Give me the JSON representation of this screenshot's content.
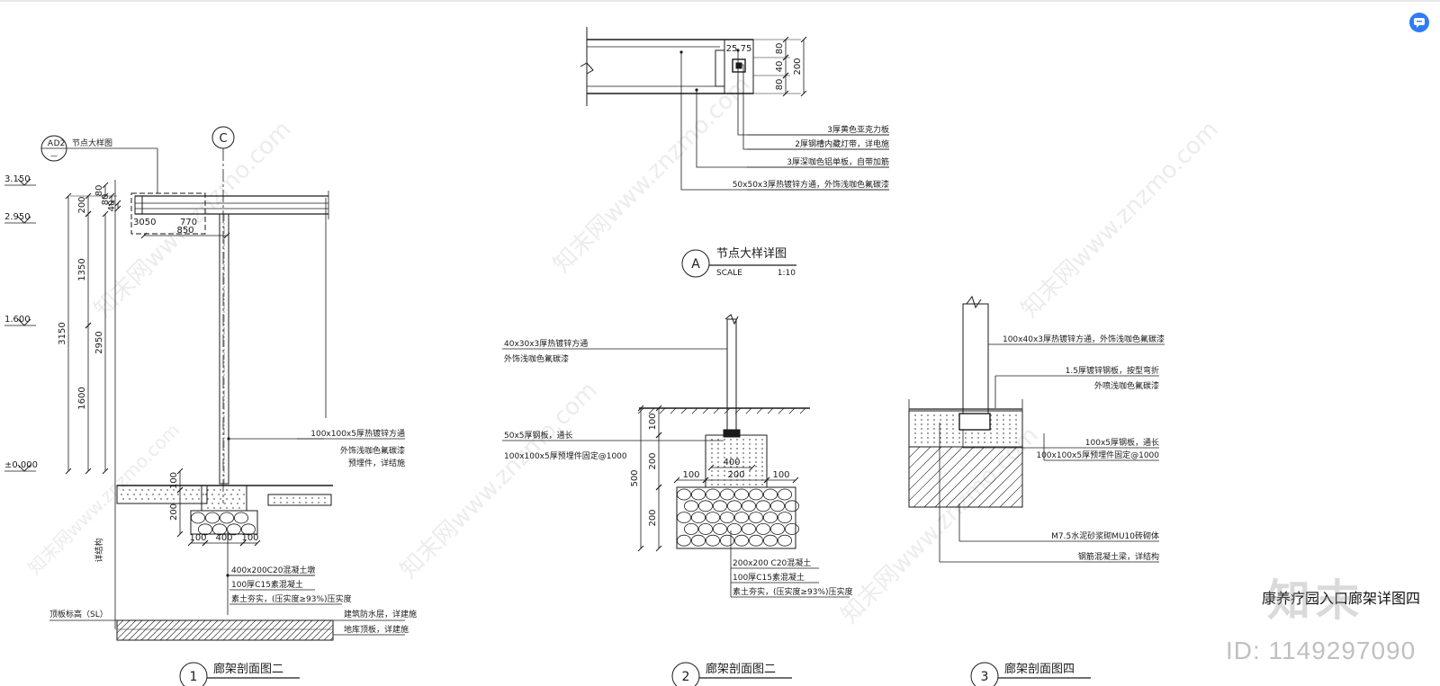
{
  "colors": {
    "line": "#1a1a1a",
    "watermark": "#c8c8c8",
    "accent": "#2f7cf6"
  },
  "watermarks": [
    "知末网www.znzmo.com"
  ],
  "brand": {
    "logo_text": "知末",
    "id_text": "ID: 1149297090"
  },
  "sheet_title": "康养疗园入口廊架详图四",
  "corner_icon": "chat-bubble-icon",
  "detail_a": {
    "title": "节点大样详图",
    "bubble": "A",
    "scale_label": "SCALE",
    "scale": "1:10",
    "dims_top": [
      "25",
      "75"
    ],
    "dims_right": [
      "80",
      "40",
      "80"
    ],
    "dim_total": "200",
    "notes": [
      "3厚黄色亚克力板",
      "2厚钢槽内藏灯带，详电施",
      "3厚深咖色铝单板，自带加筋",
      "50x50x3厚热镀锌方通，外饰浅咖色氟碳漆"
    ]
  },
  "section1": {
    "title": "廊架剖面图二",
    "bubble": "1",
    "callout_label": "节点大样图",
    "callout_top": "A",
    "callout_bottom": "D2",
    "grid_label": "C",
    "elevations": [
      "3.150",
      "2.950",
      "1.600",
      "±0.000"
    ],
    "dims_v_outer": [
      "200",
      "80",
      "80",
      "40",
      "1350",
      "3150",
      "2950",
      "1600"
    ],
    "dims_h": [
      "3050",
      "770",
      "850"
    ],
    "dims_small": [
      "100",
      "200"
    ],
    "dims_foot": [
      "100",
      "400",
      "100"
    ],
    "side_label": "详结构",
    "notes_right": [
      "100x100x5厚热镀锌方通",
      "外饰浅咖色氟碳漆",
      "预埋件，详结施"
    ],
    "notes_bottom": [
      "400x200C20混凝土墩",
      "100厚C15素混凝土",
      "素土夯实，(压实度≥93%)压实度"
    ],
    "slab_label": "顶板标高（SL）",
    "notes_slab": [
      "建筑防水层，详建施",
      "地库顶板，详建施"
    ]
  },
  "section2": {
    "title": "廊架剖面图二",
    "bubble": "2",
    "notes_top": [
      "40x30x3厚热镀锌方通",
      "外饰浅咖色氟碳漆"
    ],
    "notes_mid": [
      "50x5厚钢板，通长",
      "100x100x5厚预埋件固定@1000"
    ],
    "dims_v": [
      "100",
      "200",
      "500",
      "200"
    ],
    "dims_h_top": [
      "400"
    ],
    "dims_h": [
      "100",
      "200",
      "100"
    ],
    "notes_bottom": [
      "200x200 C20混凝土",
      "100厚C15素混凝土",
      "素土夯实，(压实度≥93%)压实度"
    ]
  },
  "section3": {
    "title": "廊架剖面图四",
    "bubble": "3",
    "notes": [
      "100x40x3厚热镀锌方通，外饰浅咖色氟碳漆",
      "1.5厚镀锌钢板，按型弯折",
      "外喷浅咖色氟碳漆",
      "100x5厚钢板，通长",
      "100x100x5厚预埋件固定@1000",
      "M7.5水泥砂浆砌MU10砖砌体",
      "钢筋混凝土梁，详结构"
    ]
  }
}
